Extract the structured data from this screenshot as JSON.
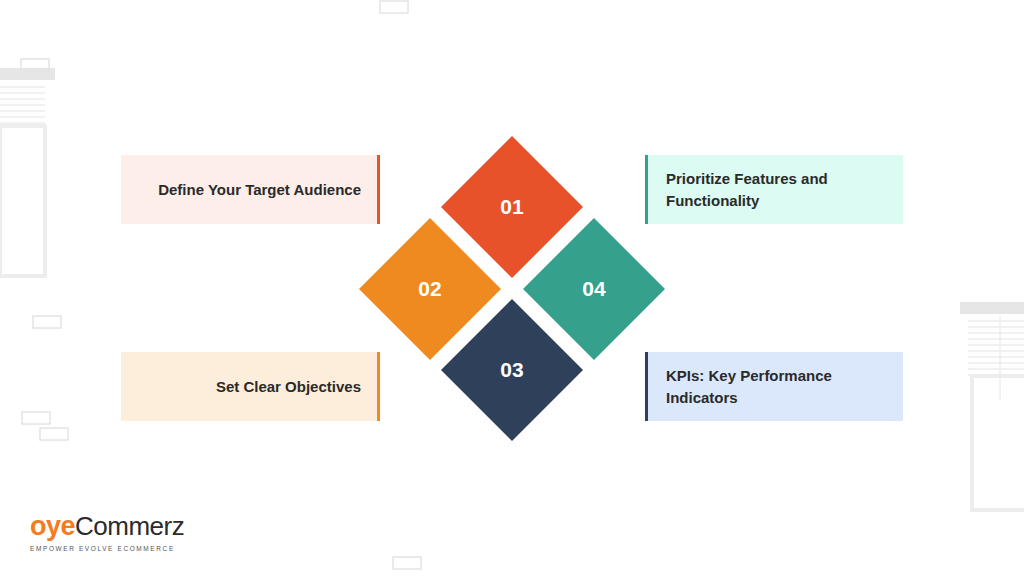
{
  "diagram": {
    "nodes": [
      {
        "text": [
          "Define Your Target Audience"
        ]
      },
      {
        "text": [
          "01"
        ]
      },
      {
        "text": [
          "Prioritize Features and Functionality"
        ]
      },
      {
        "text": [
          "02"
        ]
      },
      {
        "text": [
          "04"
        ]
      },
      {
        "text": [
          "03"
        ]
      },
      {
        "text": [
          "Set Clear Objectives"
        ]
      },
      {
        "text": [
          "KPIs: Key Performance Indicators"
        ]
      }
    ],
    "labels": [
      "oye",
      "Commerz",
      "EMPOWER EVOLVE ECOMMERCE"
    ]
  }
}
